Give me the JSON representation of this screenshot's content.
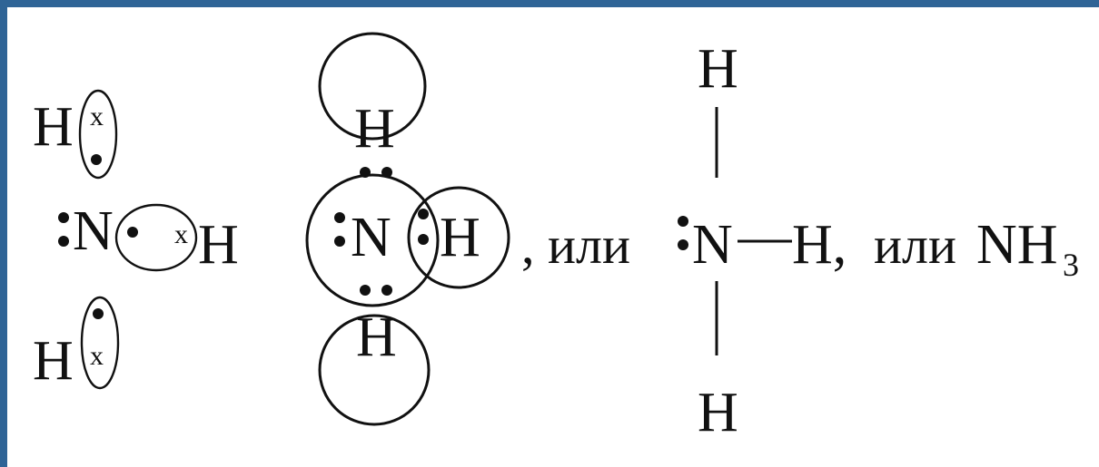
{
  "diagram": {
    "lewis_dot": {
      "atom_h_top": "H",
      "atom_n": "N",
      "atom_h_right": "H",
      "atom_h_bottom": "H",
      "electron_h_top": "x",
      "electron_h_right": "x",
      "electron_h_bottom": "x"
    },
    "orbital_overlap": {
      "atom_h_top": "H",
      "atom_n": "N",
      "atom_h_right": "H",
      "atom_h_bottom": "H"
    },
    "separator_1": ", или",
    "structural": {
      "atom_h_top": "H",
      "atom_n": "N",
      "atom_h_right": "H,",
      "atom_h_bottom": "H"
    },
    "separator_2": "или",
    "formula": {
      "base": "NH",
      "subscript": "3"
    },
    "colors": {
      "frame": "#2f6496",
      "ink": "#111111"
    }
  }
}
